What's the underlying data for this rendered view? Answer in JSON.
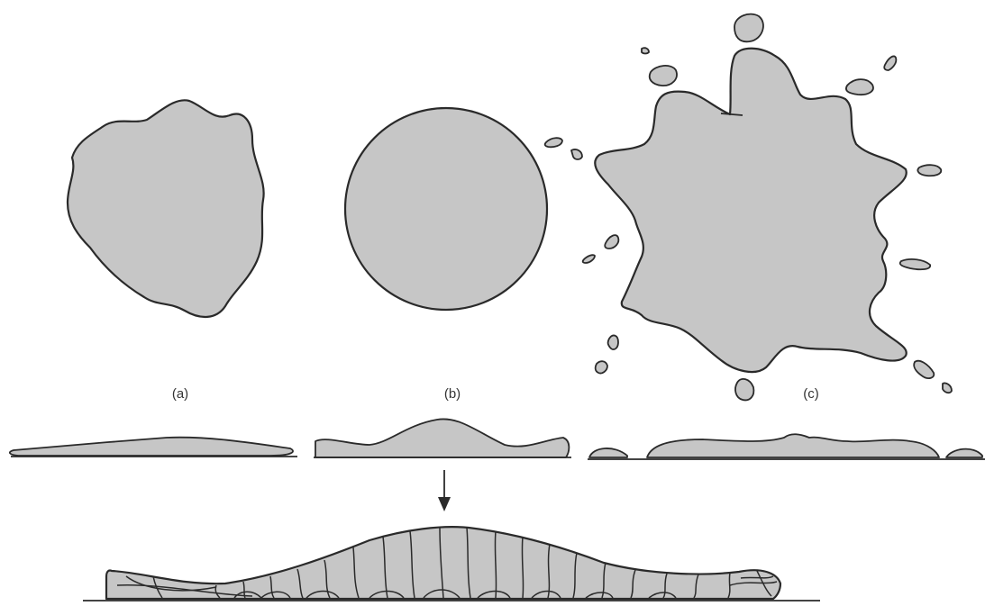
{
  "labels": {
    "a": "(a)",
    "b": "(b)",
    "c": "(c)"
  },
  "colors": {
    "splat_fill": "#c6c6c6",
    "outline": "#2a2a2a",
    "background": "#ffffff"
  }
}
